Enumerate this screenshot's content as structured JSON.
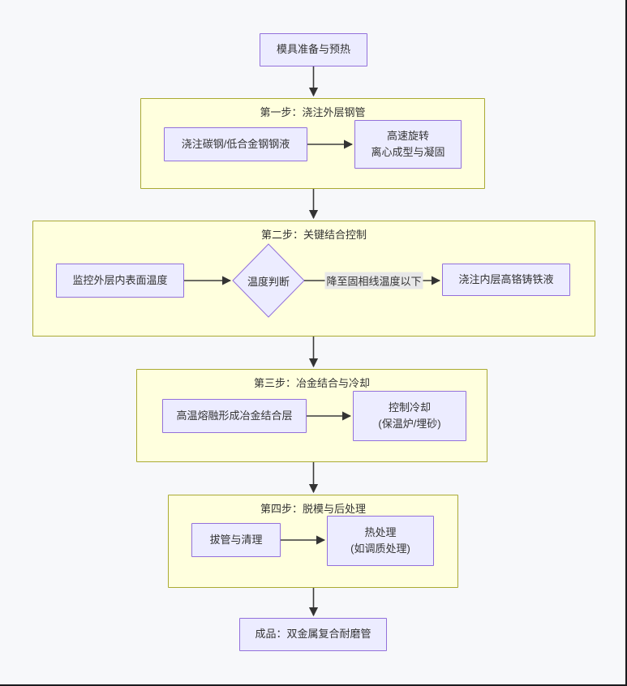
{
  "diagram_type": "flowchart-top-down",
  "nodes": {
    "prep": {
      "label": "模具准备与预热"
    },
    "pour_outer": {
      "label": "浇注碳钢/低合金钢钢液"
    },
    "spin": {
      "label": "高速旋转\n离心成型与凝固"
    },
    "monitor": {
      "label": "监控外层内表面温度"
    },
    "decision": {
      "label": "温度判断"
    },
    "pour_inner": {
      "label": "浇注内层高铬铸铁液"
    },
    "bond": {
      "label": "高温熔融形成冶金结合层"
    },
    "cool": {
      "label": "控制冷却\n(保温炉/埋砂)"
    },
    "demold": {
      "label": "拔管与清理"
    },
    "heat_treat": {
      "label": "热处理\n(如调质处理)"
    },
    "product": {
      "label": "成品：双金属复合耐磨管"
    }
  },
  "subgraphs": {
    "s1": {
      "title": "第一步：浇注外层钢管"
    },
    "s2": {
      "title": "第二步：关键结合控制"
    },
    "s3": {
      "title": "第三步：冶金结合与冷却"
    },
    "s4": {
      "title": "第四步：脱模与后处理"
    }
  },
  "edges": {
    "decision_to_pour_inner": "降至固相线温度以下"
  },
  "colors": {
    "canvas_bg": "#f7f8fa",
    "node_fill": "#ececff",
    "node_border": "#9370db",
    "cluster_fill": "#ffffde",
    "cluster_border": "#aaaa33",
    "edge_label_bg": "#e8e8e8",
    "arrow": "#3b3b3b",
    "text": "#333333",
    "frame_border": "#1b1b1e"
  }
}
